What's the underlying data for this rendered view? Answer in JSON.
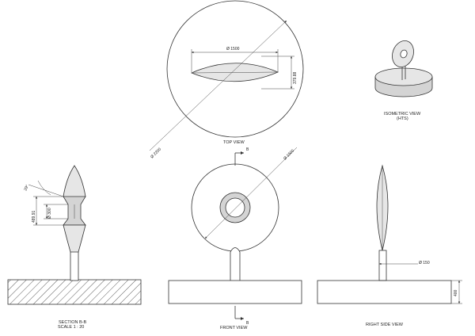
{
  "views": {
    "top": {
      "title": "TOP VIEW",
      "dim_length": "Ø 1500",
      "dim_thickness": "379.88",
      "dim_diameter": "Ø 2200"
    },
    "isometric": {
      "title_line1": "ISOMETRIC VIEW",
      "title_line2": "(HTS)"
    },
    "front": {
      "title": "FRONT VIEW",
      "dim_diameter": "Ø 1500",
      "section_marker": "B"
    },
    "section": {
      "title_line1": "SECTION B-B",
      "title_line2": "SCALE 1 : 20",
      "dim_angle": "29°",
      "dim_height": "489.91",
      "dim_hole": "Ø 300"
    },
    "right": {
      "title": "RIGHT SIDE VIEW",
      "dim_stem": "Ø 150",
      "dim_base": "400"
    }
  }
}
